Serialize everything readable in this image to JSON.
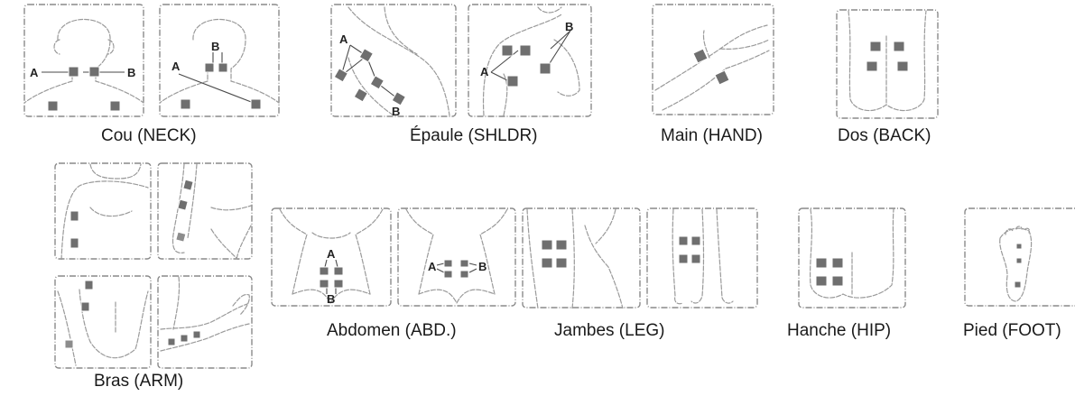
{
  "captions": {
    "neck": "Cou (NECK)",
    "shoulder": "Épaule (SHLDR)",
    "hand": "Main (HAND)",
    "back": "Dos (BACK)",
    "arm": "Bras (ARM)",
    "abdomen": "Abdomen (ABD.)",
    "leg": "Jambes (LEG)",
    "hip": "Hanche (HIP)",
    "foot": "Pied (FOOT)"
  },
  "markers": {
    "a": "A",
    "b": "B"
  }
}
